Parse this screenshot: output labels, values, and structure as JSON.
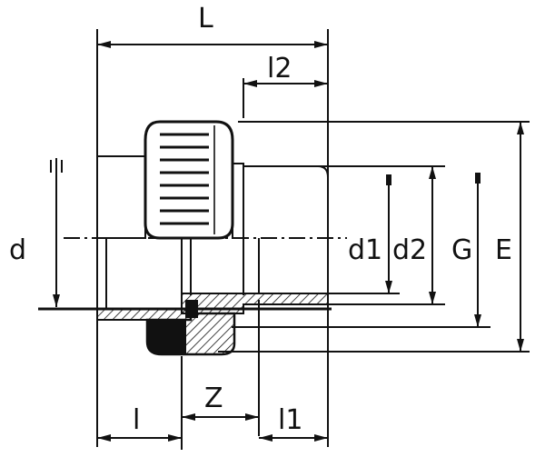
{
  "labels": {
    "L": "L",
    "l2": "l2",
    "d": "d",
    "d1": "d1",
    "d2": "d2",
    "G": "G",
    "E": "E",
    "l": "l",
    "Z": "Z",
    "l1": "l1"
  },
  "colors": {
    "ink": "#111111",
    "paper": "#ffffff"
  }
}
